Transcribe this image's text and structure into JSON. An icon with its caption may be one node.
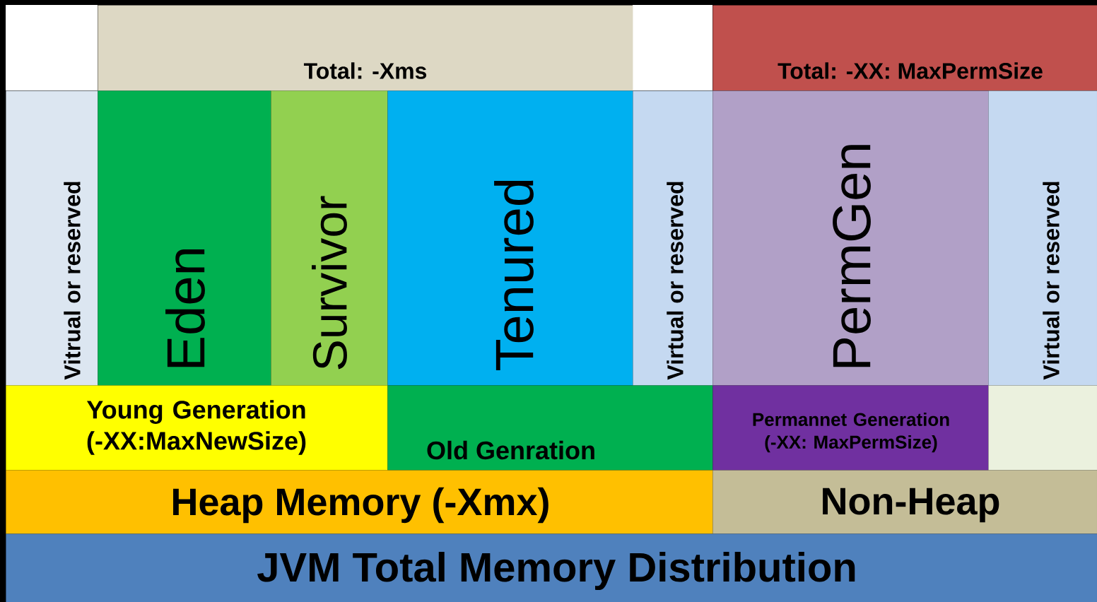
{
  "diagram": {
    "nodes": [
      {
        "text": [
          "Total: -Xms"
        ]
      },
      {
        "text": [
          "Total: -XX: MaxPermSize"
        ]
      },
      {
        "text": [
          "Vitrual or reserved"
        ]
      },
      {
        "text": [
          "Eden"
        ]
      },
      {
        "text": [
          "Survivor"
        ]
      },
      {
        "text": [
          "Tenured"
        ]
      },
      {
        "text": [
          "Virtual or reserved"
        ]
      },
      {
        "text": [
          "PermGen"
        ]
      },
      {
        "text": [
          "Virtual or reserved"
        ]
      },
      {
        "text": [
          "Young Generation (-XX:MaxNewSize)"
        ]
      },
      {
        "text": [
          "Old Genration"
        ]
      },
      {
        "text": [
          "Permannet Generation (-XX: MaxPermSize)"
        ]
      },
      {
        "text": [],
        "shape": "box"
      },
      {
        "text": [
          "Heap Memory (-Xmx)"
        ]
      },
      {
        "text": [
          "Non-Heap"
        ]
      },
      {
        "text": [
          "JVM Total Memory Distribution"
        ]
      }
    ]
  }
}
